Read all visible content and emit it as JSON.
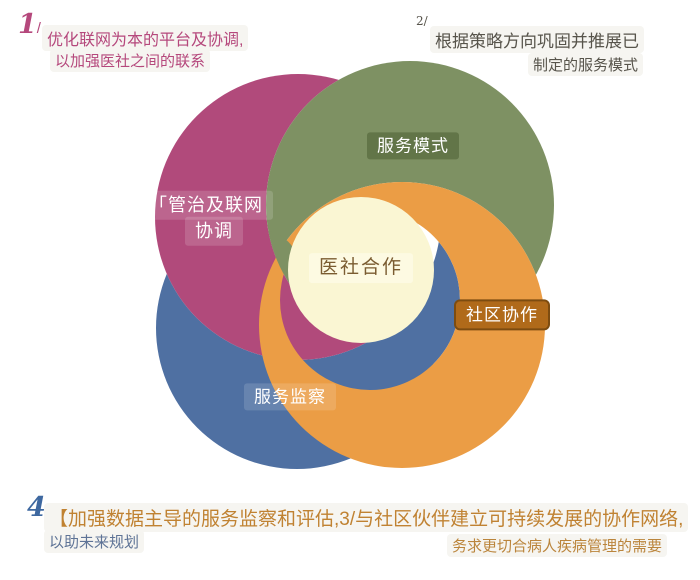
{
  "title": "医社合作 swirl diagram",
  "colors": {
    "magenta": "#b14a7b",
    "green": "#7e9163",
    "blue": "#4f70a2",
    "orange": "#eb9d45",
    "cream": "#faf6d3",
    "center_text": "#7a5c31",
    "annotation_magenta": "#b5487c",
    "annotation_blue": "#3e68a0",
    "annotation_orange": "#c08232"
  },
  "diagram": {
    "center_label": "医社合作",
    "petals": [
      {
        "id": "governance",
        "label_line1": "「管治及联网",
        "label_line2": "协调",
        "color": "#b14a7b"
      },
      {
        "id": "service-model",
        "label": "服务模式",
        "color": "#7e9163"
      },
      {
        "id": "service-monitor",
        "label": "服务监察",
        "color": "#4f70a2"
      },
      {
        "id": "community",
        "label": "社区协作",
        "color": "#eb9d45"
      }
    ]
  },
  "annotations": {
    "n1": {
      "num": "1",
      "sep": "/",
      "line1": "优化联网为本的平台及协调,",
      "line2": "以加强医社之间的联系"
    },
    "n2": {
      "num": "2/",
      "line1": "根据策略方向巩固并推展已",
      "line2": "制定的服务模式"
    },
    "n4": {
      "num": "4",
      "sep": ",",
      "line1": "【加强数据主导的服务监察和评估,3/与社区伙伴建立可持续发展的协作网络,",
      "line2_left": "以助未来规划",
      "line2_right": "务求更切合病人疾病管理的需要"
    }
  }
}
